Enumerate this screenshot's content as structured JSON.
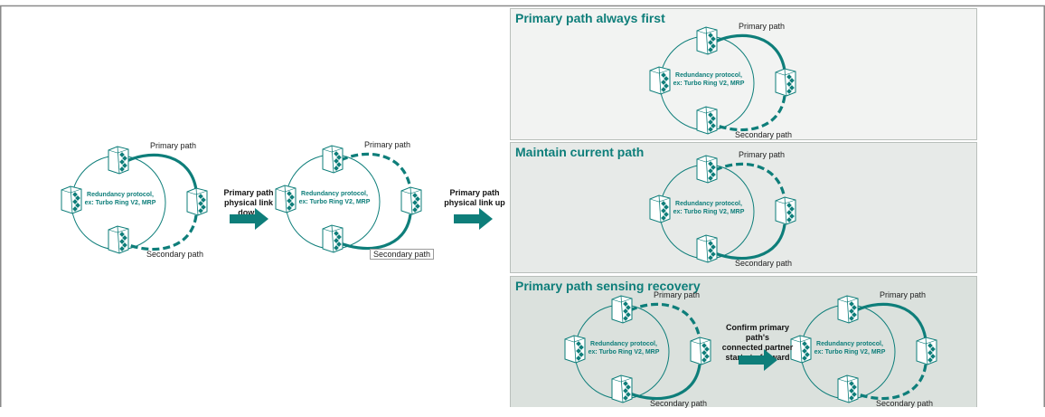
{
  "colors": {
    "accent": "#0e7e7a",
    "panel_light": "#f2f3f2",
    "panel_mid": "#e7eae8",
    "panel_dark": "#dbe1dd",
    "frame": "#8a8a8a"
  },
  "labels": {
    "primary_path": "Primary path",
    "secondary_path": "Secondary path",
    "protocol_line1": "Redundancy protocol,",
    "protocol_line2": "ex: Turbo Ring V2, MRP"
  },
  "transitions": {
    "link_down_1": "Primary path",
    "link_down_2": "physical link down",
    "link_up_1": "Primary path",
    "link_up_2": "physical link up",
    "confirm_1": "Confirm primary path's",
    "confirm_2": "connected partner",
    "confirm_3": "starts to forward"
  },
  "panels": {
    "always_first": "Primary path always first",
    "maintain_current": "Maintain current path",
    "sensing_recovery": "Primary path sensing recovery"
  },
  "icons": [
    "network-switch-icon",
    "right-arrow-icon"
  ]
}
